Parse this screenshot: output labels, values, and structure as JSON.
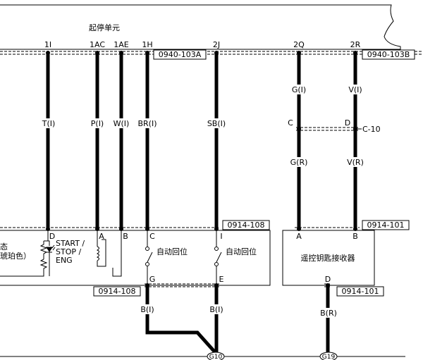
{
  "unit_title": "起停单元",
  "pins": [
    "1I",
    "1AC",
    "1AE",
    "1H",
    "2J",
    "2Q",
    "2R"
  ],
  "connectors": {
    "top_left": "0940-103A",
    "top_right": "0940-103B",
    "mid_left_box": "0914-108",
    "mid_right_box": "0914-101",
    "bottom_left": "0914-108",
    "bottom_right": "0914-101",
    "inline": "C-10",
    "ground_1": "G10",
    "ground_2": "G19"
  },
  "wires": {
    "w1": "T(I)",
    "w2": "P(I)",
    "w3": "W(I)",
    "w4": "BR(I)",
    "w5": "SB(I)",
    "w6_upper": "G(I)",
    "w7_upper": "V(I)",
    "w6_lower": "G(R)",
    "w7_lower": "V(R)",
    "gnd1_a": "B(I)",
    "gnd1_b": "B(I)",
    "gnd2": "B(R)"
  },
  "inline_pins": {
    "left": "C",
    "right": "D"
  },
  "switch_pins": {
    "d": "D",
    "a": "A",
    "b": "B",
    "c": "C",
    "i": "I",
    "g": "G",
    "e": "E"
  },
  "receiver_pins": {
    "a": "A",
    "b": "B",
    "d": "D"
  },
  "switch_text": {
    "state_partial": "态",
    "amber_partial": "琥珀色）",
    "start": "START /",
    "stop": "STOP /",
    "eng": "ENG",
    "auto_return_1": "自动回位",
    "auto_return_2": "自动回位"
  },
  "receiver_label": "遥控钥匙接收器"
}
